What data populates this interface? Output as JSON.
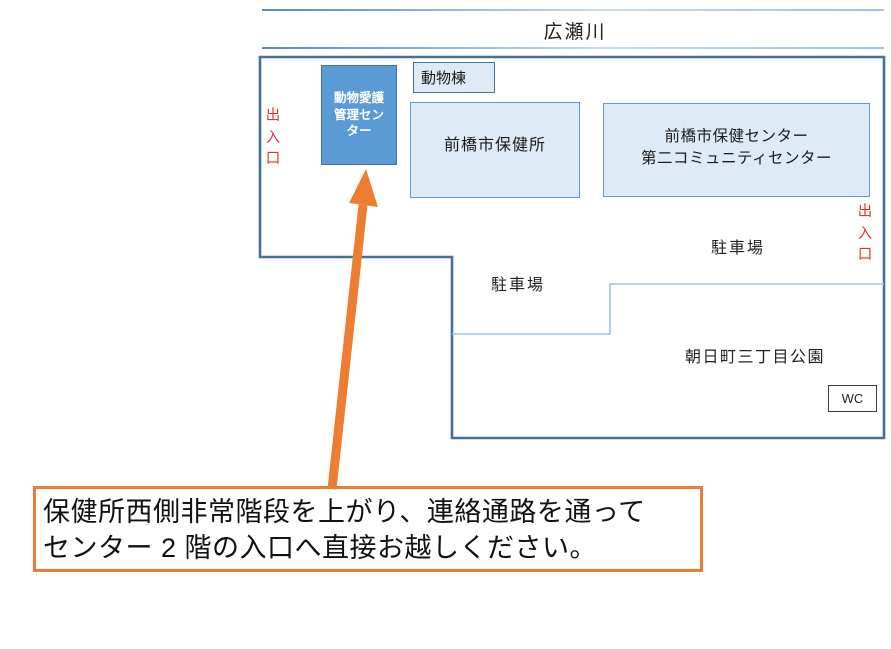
{
  "river": {
    "label": "広瀬川"
  },
  "map": {
    "entrance_left": "出\n入\n口",
    "entrance_right": "出\n入\n口",
    "animal_center": "動物愛護\n管理セン\nター",
    "animal_building": "動物棟",
    "health_office": "前橋市保健所",
    "health_center_line1": "前橋市保健センター",
    "health_center_line2": "第二コミュニティセンター",
    "parking_upper": "駐車場",
    "parking_lower": "駐車場",
    "park": "朝日町三丁目公園",
    "wc": "WC"
  },
  "note": {
    "text": "保健所西側非常階段を上がり、連絡通路を通って\nセンター 2 階の入口へ直接お越しください。"
  },
  "colors": {
    "accent_blue_fill": "#5b9bd5",
    "light_blue_fill": "#deeaf6",
    "outline_blue": "#41719c",
    "inner_line_blue": "#9dc3e6",
    "orange": "#ed7d31",
    "red": "#e8302a"
  }
}
